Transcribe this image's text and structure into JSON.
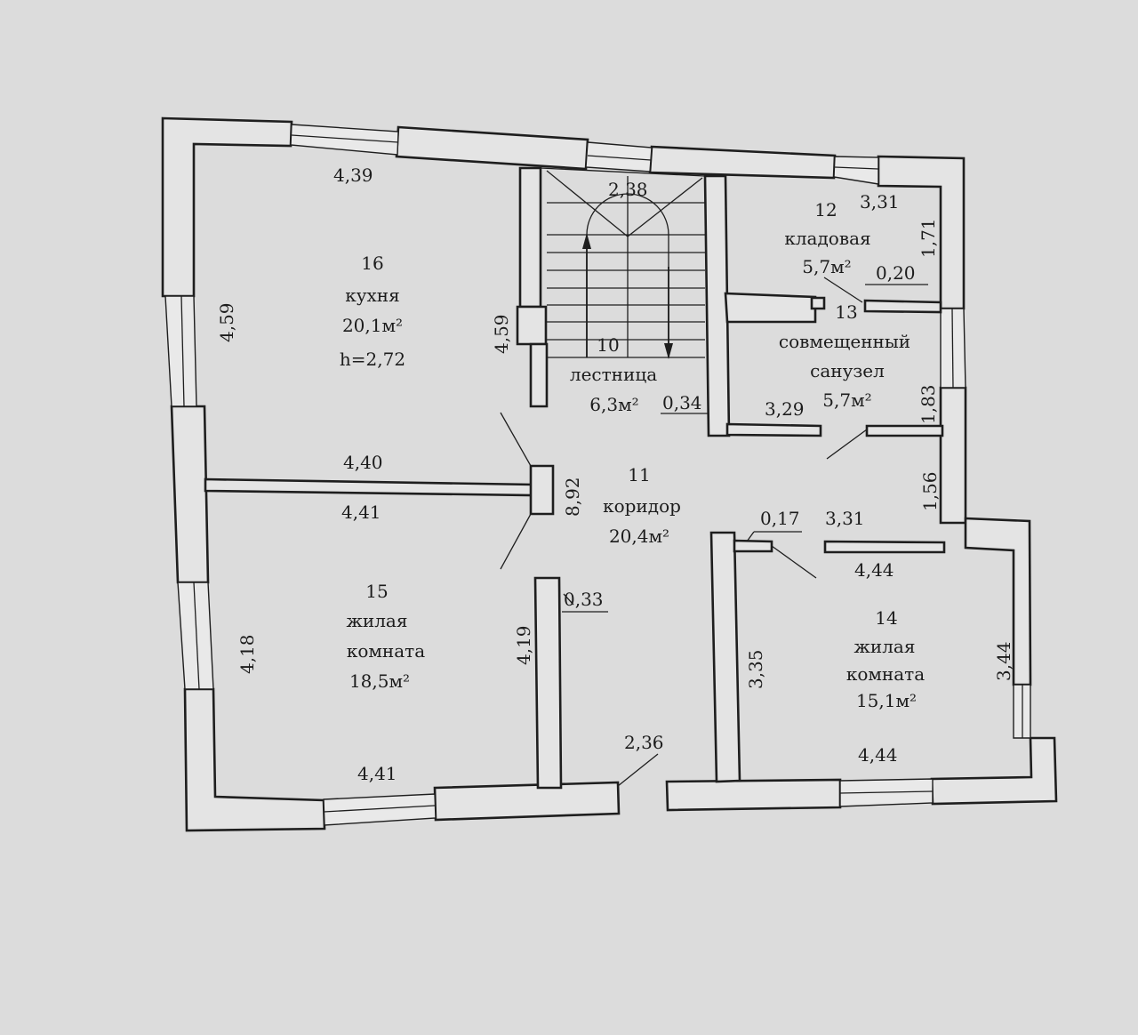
{
  "rooms": {
    "kitchen": {
      "number": "16",
      "name": "кухня",
      "area": "20,1м²",
      "height": "h=2,72"
    },
    "stairs": {
      "number": "10",
      "name": "лестница",
      "area": "6,3м²"
    },
    "storage": {
      "number": "12",
      "name": "кладовая",
      "area": "5,7м²"
    },
    "bathroom": {
      "number": "13",
      "name_line1": "совмещенный",
      "name_line2": "санузел",
      "area": "5,7м²"
    },
    "corridor": {
      "number": "11",
      "name": "коридор",
      "area": "20,4м²"
    },
    "living15": {
      "number": "15",
      "name_line1": "жилая",
      "name_line2": "комната",
      "area": "18,5м²"
    },
    "living14": {
      "number": "14",
      "name_line1": "жилая",
      "name_line2": "комната",
      "area": "15,1м²"
    }
  },
  "dimensions": {
    "kitchen_top": "4,39",
    "kitchen_left": "4,59",
    "stairs_width": "2,38",
    "stairs_height": "4,59",
    "storage_width": "3,31",
    "storage_height": "1,71",
    "storage_wall": "0,20",
    "stair_wall": "0,34",
    "bathroom_width": "3,29",
    "bathroom_height": "1,83",
    "wall_top": "4,40",
    "corridor_length": "8,92",
    "living15_top": "4,41",
    "living15_left": "4,18",
    "living15_right": "4,19",
    "wall_033": "0,33",
    "living15_bottom": "4,41",
    "corridor_bottom": "2,36",
    "wall_017": "0,17",
    "corridor_right": "3,31",
    "corridor_side": "1,56",
    "living14_top": "4,44",
    "living14_left": "3,35",
    "living14_right": "3,44",
    "living14_bottom": "4,44"
  }
}
